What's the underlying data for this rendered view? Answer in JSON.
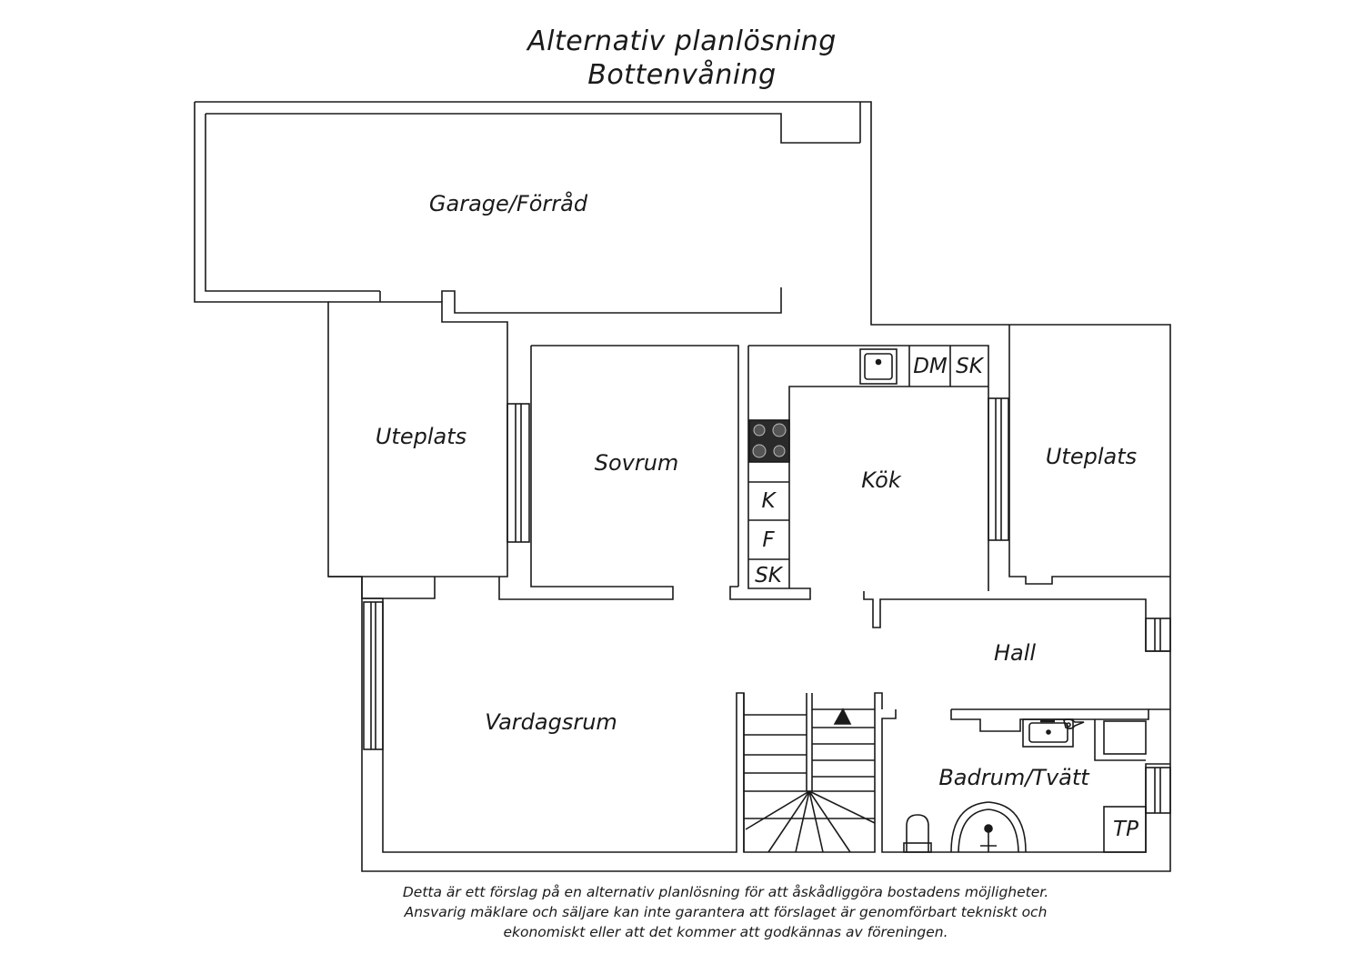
{
  "title": {
    "line1": "Alternativ planlösning",
    "line2": "Bottenvåning"
  },
  "rooms": {
    "garage": "Garage/Förråd",
    "uteplats_left": "Uteplats",
    "sovrum": "Sovrum",
    "kok": "Kök",
    "uteplats_right": "Uteplats",
    "hall": "Hall",
    "vardagsrum": "Vardagsrum",
    "badrum": "Badrum/Tvätt"
  },
  "fixtures": {
    "dishwasher": "DM",
    "cabinet_top": "SK",
    "fridge": "K",
    "freezer": "F",
    "cabinet_bottom": "SK",
    "drying_cabinet": "TP"
  },
  "disclaimer": [
    "Detta är ett förslag på en alternativ planlösning för att åskådliggöra bostadens möjligheter.",
    "Ansvarig mäklare och säljare kan inte garantera att förslaget är genomförbart tekniskt och",
    "ekonomiskt eller att det kommer att godkännas av föreningen."
  ]
}
